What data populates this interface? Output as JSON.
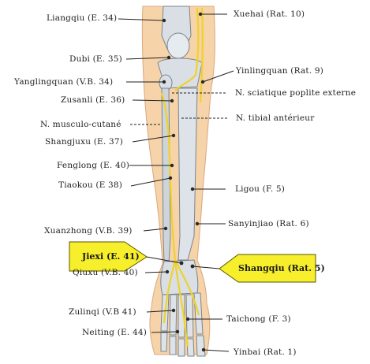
{
  "labels_left": [
    {
      "id": "liangqiu",
      "text": "Liangqiu (E. 34)"
    },
    {
      "id": "dubi",
      "text": "Dubi (E. 35)"
    },
    {
      "id": "yanglingquan",
      "text": "Yanglingquan (V.B. 34)"
    },
    {
      "id": "zusanli",
      "text": "Zusanli (E. 36)"
    },
    {
      "id": "musculo",
      "text": "N. musculo-cutané"
    },
    {
      "id": "shangjuxu",
      "text": "Shangjuxu (E. 37)"
    },
    {
      "id": "fenglong",
      "text": "Fenglong (E. 40)"
    },
    {
      "id": "tiaokou",
      "text": "Tiaokou (E 38)"
    },
    {
      "id": "xuanzhong",
      "text": "Xuanzhong (V.B. 39)"
    },
    {
      "id": "qiuxu",
      "text": "Qiuxu (V.B. 40)"
    },
    {
      "id": "zulinqi",
      "text": "Zulinqi (V.B 41)"
    },
    {
      "id": "neiting",
      "text": "Neiting (E. 44)"
    }
  ],
  "labels_right": [
    {
      "id": "xuehai",
      "text": "Xuehai (Rat. 10)"
    },
    {
      "id": "yinlingquan",
      "text": "Yinlingquan (Rat. 9)"
    },
    {
      "id": "sciatique",
      "text": "N. sciatique poplite externe"
    },
    {
      "id": "tibial",
      "text": "N. tibial antérieur"
    },
    {
      "id": "ligou",
      "text": "Ligou (F. 5)"
    },
    {
      "id": "sanyinjiao",
      "text": "Sanyinjiao (Rat. 6)"
    },
    {
      "id": "taichong",
      "text": "Taichong (F. 3)"
    },
    {
      "id": "yinbai",
      "text": "Yinbai (Rat. 1)"
    }
  ],
  "highlighted": {
    "jiexi": "Jiexi (E. 41)",
    "shangqiu": "Shangqiu (Rat. 5)"
  },
  "colors": {
    "highlight_fill": "#f7ef2b",
    "skin": "#f6d3a8",
    "bone": "#d9dfe4",
    "nerve": "#f0d22a",
    "leader": "#222222"
  }
}
